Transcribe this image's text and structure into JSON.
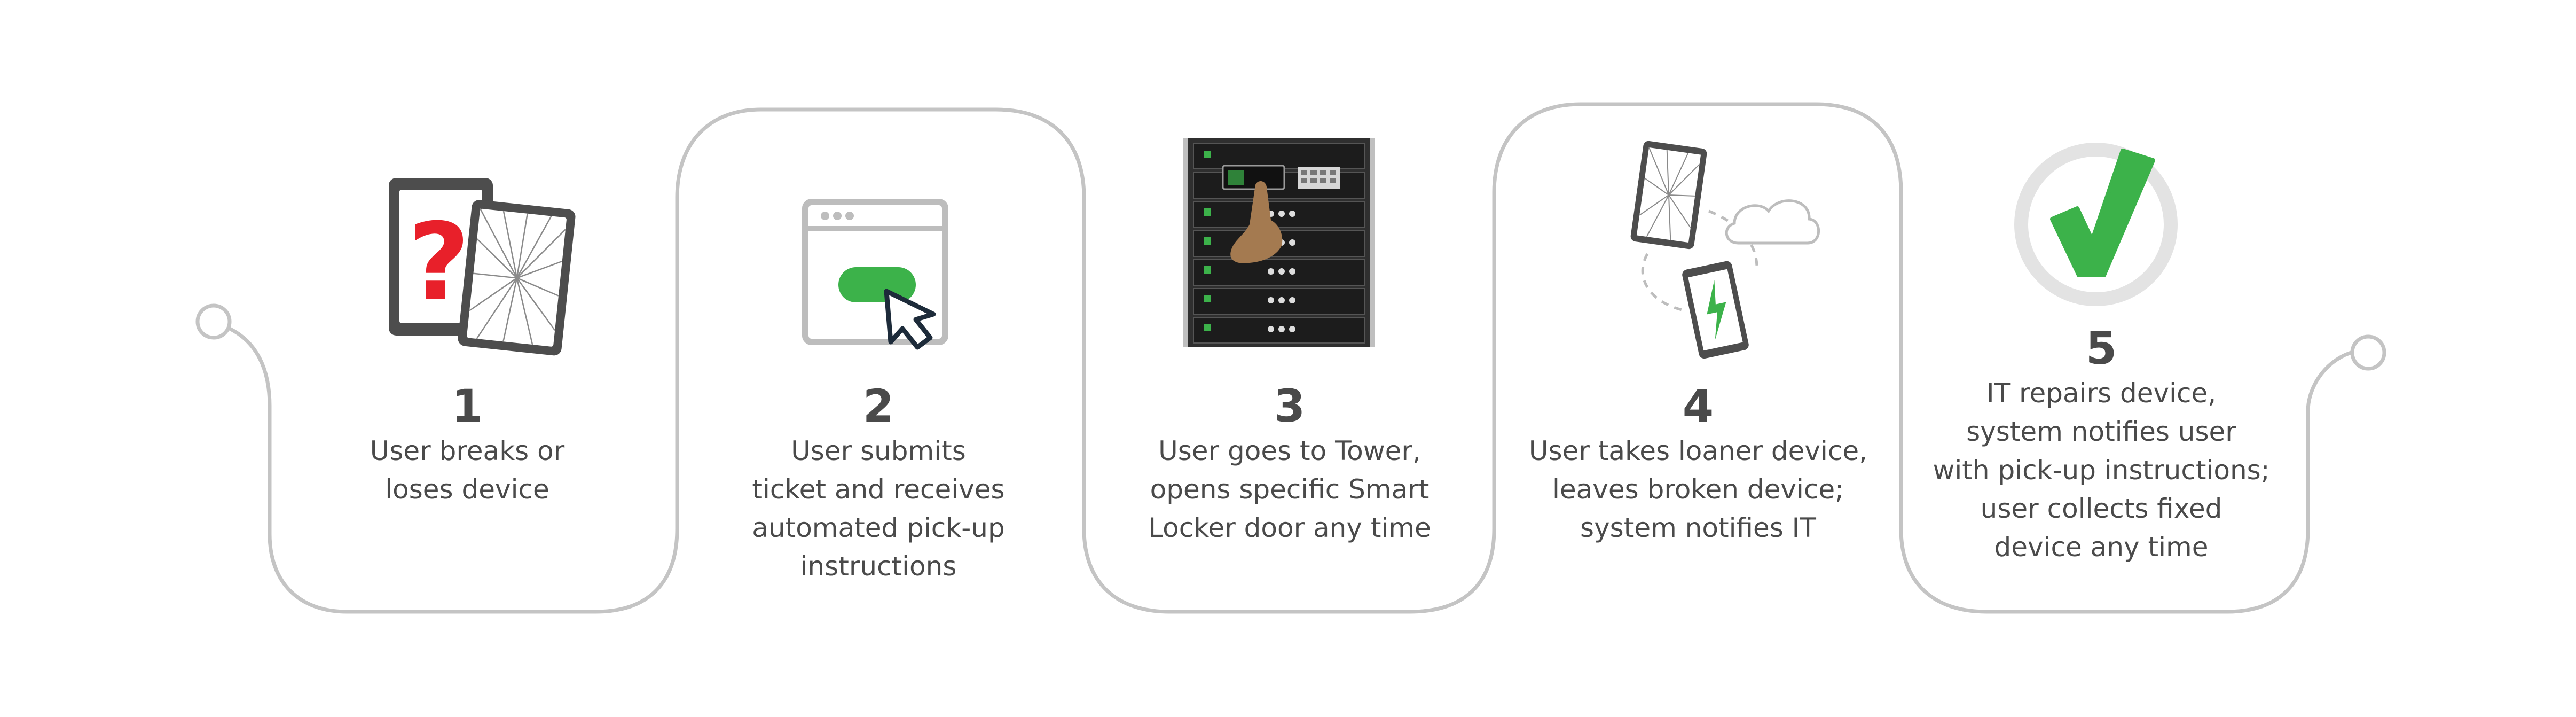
{
  "colors": {
    "connector": "#c4c4c4",
    "text": "#4a4a4a",
    "accent_green": "#3cb24a",
    "accent_red": "#e8202a",
    "device_dark": "#4d4d4d",
    "skin": "#a47a50"
  },
  "steps": [
    {
      "number": "1",
      "lines": [
        "User breaks or",
        "loses device"
      ],
      "icon": "broken-tablets-icon"
    },
    {
      "number": "2",
      "lines": [
        "User submits",
        "ticket and receives",
        "automated pick-up",
        "instructions"
      ],
      "icon": "browser-click-icon"
    },
    {
      "number": "3",
      "lines": [
        "User goes to Tower,",
        "opens specific Smart",
        "Locker door any time"
      ],
      "icon": "smart-locker-tower-icon"
    },
    {
      "number": "4",
      "lines": [
        "User takes loaner device,",
        "leaves broken device;",
        "system notifies IT"
      ],
      "icon": "device-cloud-sync-icon"
    },
    {
      "number": "5",
      "lines": [
        "IT repairs device,",
        "system notifies user",
        "with pick-up instructions;",
        "user collects  fixed",
        "device any time"
      ],
      "icon": "checkmark-circle-icon"
    }
  ]
}
